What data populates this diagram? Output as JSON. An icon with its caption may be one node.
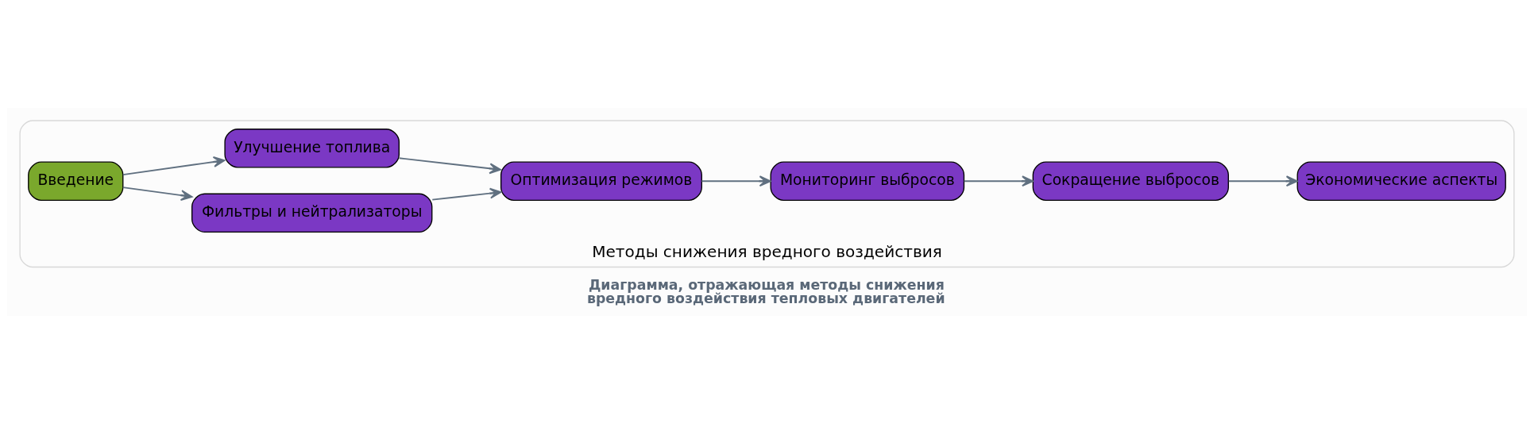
{
  "diagram": {
    "caption": "Диаграмма, отражающая методы снижения вредного воздействия тепловых двигателей",
    "nodes": [
      {
        "text": [
          "Методы снижения вредного воздействия"
        ]
      },
      {
        "text": [
          "Введение"
        ],
        "in": 0
      },
      {
        "text": [
          "Улучшение топлива"
        ],
        "in": 0
      },
      {
        "text": [
          "Фильтры и нейтрализаторы"
        ],
        "in": 0
      },
      {
        "text": [
          "Оптимизация режимов"
        ],
        "in": 0
      },
      {
        "text": [
          "Мониторинг выбросов"
        ],
        "in": 0
      },
      {
        "text": [
          "Сокращение выбросов"
        ],
        "in": 0
      },
      {
        "text": [
          "Экономические аспекты"
        ],
        "in": 0
      }
    ],
    "edges": [
      {
        "from": 1,
        "to": 2,
        "arrow": "to"
      },
      {
        "from": 1,
        "to": 3,
        "arrow": "to"
      },
      {
        "from": 2,
        "to": 4,
        "arrow": "to"
      },
      {
        "from": 3,
        "to": 4,
        "arrow": "to"
      },
      {
        "from": 4,
        "to": 5,
        "arrow": "to"
      },
      {
        "from": 5,
        "to": 6,
        "arrow": "to"
      },
      {
        "from": 6,
        "to": 7,
        "arrow": "to"
      }
    ]
  }
}
